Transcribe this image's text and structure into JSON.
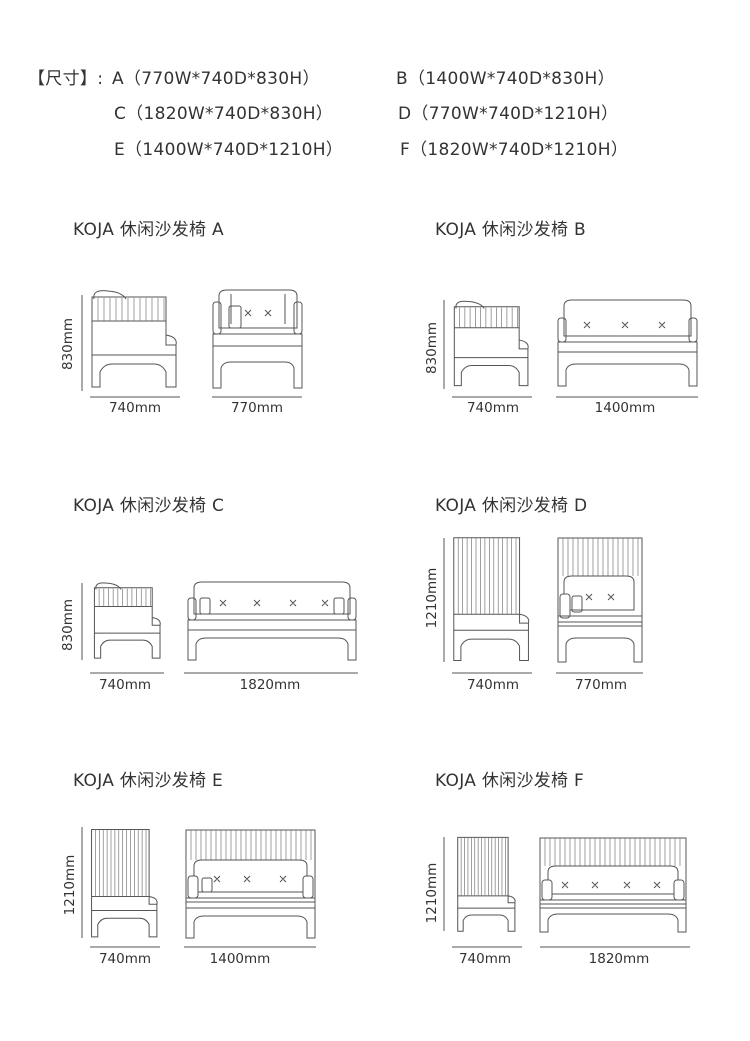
{
  "specs": {
    "label": "【尺寸】:",
    "items": [
      {
        "id": "a",
        "text": "A（770W*740D*830H）"
      },
      {
        "id": "b",
        "text": "B（1400W*740D*830H）"
      },
      {
        "id": "c",
        "text": "C（1820W*740D*830H）"
      },
      {
        "id": "d",
        "text": "D（770W*740D*1210H）"
      },
      {
        "id": "e",
        "text": "E（1400W*740D*1210H）"
      },
      {
        "id": "f",
        "text": "F（1820W*740D*1210H）"
      }
    ]
  },
  "models": [
    {
      "title": "KOJA  休闲沙发椅 A",
      "height": "830mm",
      "depth": "740mm",
      "width": "770mm"
    },
    {
      "title": "KOJA  休闲沙发椅 B",
      "height": "830mm",
      "depth": "740mm",
      "width": "1400mm"
    },
    {
      "title": "KOJA  休闲沙发椅 C",
      "height": "830mm",
      "depth": "740mm",
      "width": "1820mm"
    },
    {
      "title": "KOJA  休闲沙发椅 D",
      "height": "1210mm",
      "depth": "740mm",
      "width": "770mm"
    },
    {
      "title": "KOJA  休闲沙发椅 E",
      "height": "1210mm",
      "depth": "740mm",
      "width": "1400mm"
    },
    {
      "title": "KOJA  休闲沙发椅 F",
      "height": "1210mm",
      "depth": "740mm",
      "width": "1820mm"
    }
  ],
  "colors": {
    "line": "#555555",
    "text": "#333333",
    "background": "#ffffff"
  }
}
